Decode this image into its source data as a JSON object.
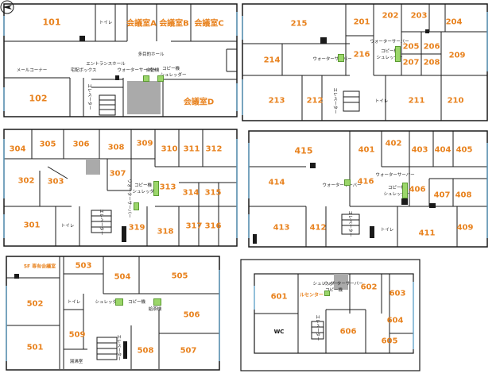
{
  "floors": {
    "f1": {
      "rooms": [
        "101",
        "102",
        "会議室A",
        "会議室B",
        "会議室C",
        "会議室D"
      ],
      "labels": [
        "トイレ",
        "エントランスホール",
        "多目的ホール",
        "メールコーナー",
        "宅配ボックス",
        "ウォーターサーバー",
        "自動機",
        "コピー機",
        "シュレッダー",
        "エレベーター"
      ]
    },
    "f2": {
      "rooms": [
        "215",
        "214",
        "213",
        "212",
        "201",
        "202",
        "203",
        "204",
        "205",
        "206",
        "207",
        "208",
        "209",
        "216",
        "211",
        "210"
      ],
      "labels": [
        "ウォーターサーバー",
        "ウォーターサーバー",
        "シュレッダー",
        "コピー機",
        "エレベーター",
        "トイレ"
      ]
    },
    "f3": {
      "rooms": [
        "304",
        "305",
        "306",
        "308",
        "309",
        "310",
        "311",
        "312",
        "302",
        "303",
        "307",
        "313",
        "314",
        "315",
        "301",
        "319",
        "318",
        "317",
        "316"
      ],
      "labels": [
        "コピー機",
        "シュレッダー",
        "ウォーターサーバー",
        "トイレ",
        "エレベーター"
      ]
    },
    "f4": {
      "rooms": [
        "415",
        "401",
        "402",
        "403",
        "404",
        "405",
        "414",
        "416",
        "406",
        "407",
        "408",
        "413",
        "412",
        "411",
        "409"
      ],
      "labels": [
        "ウォーターサーバー",
        "ウォーターサーバー",
        "コピー機",
        "シュレッダー",
        "エレベーター",
        "トイレ"
      ]
    },
    "f5": {
      "rooms": [
        "503",
        "504",
        "505",
        "502",
        "506",
        "501",
        "509",
        "508",
        "507"
      ],
      "labels": [
        "5F 専有会議室",
        "トイレ",
        "シュレッダー",
        "コピー機",
        "給茶機",
        "湯沸室",
        "エレベーター"
      ]
    },
    "f6": {
      "rooms": [
        "601",
        "602",
        "603",
        "604",
        "605",
        "606",
        "WC"
      ],
      "labels": [
        "シュレッダー",
        "ウォーターサーバー",
        "コピー機",
        "ルセンター",
        "エレベーター"
      ]
    }
  },
  "colors": {
    "room_label": "#e8821e",
    "wall": "#1a1a1a",
    "window": "#6ab4e0",
    "amenity": "#9bd66a"
  },
  "icons": [
    "compass-icon"
  ]
}
